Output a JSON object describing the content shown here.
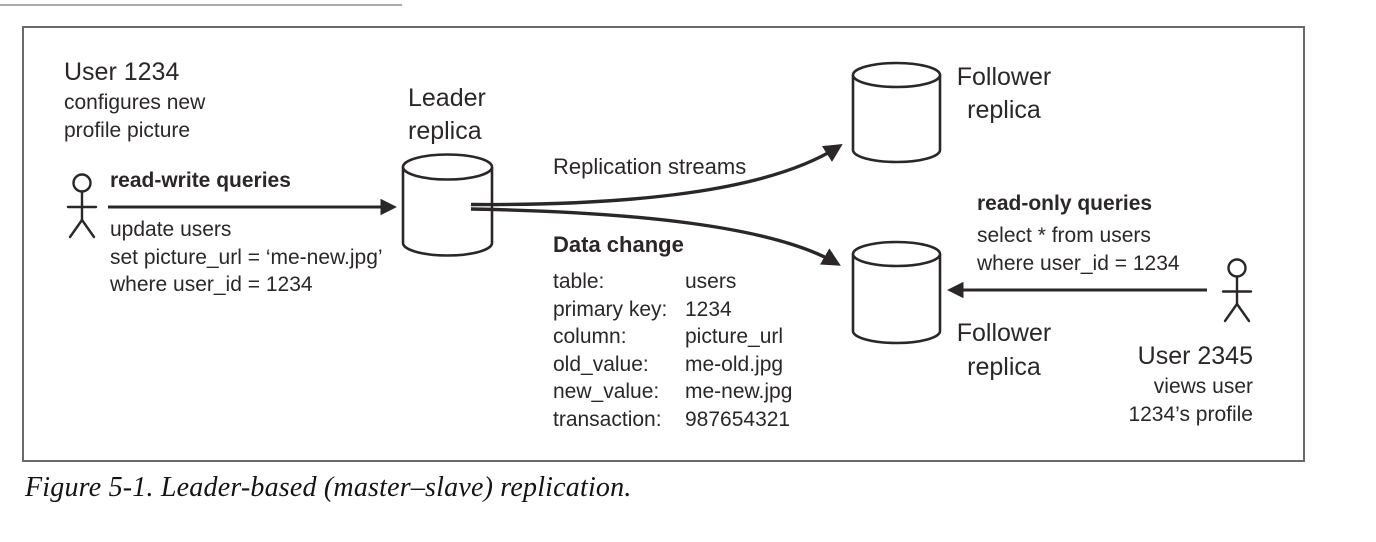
{
  "figure": {
    "caption": "Figure 5-1. Leader-based (master–slave) replication."
  },
  "diagram": {
    "user1": {
      "title": "User 1234",
      "desc1": "configures new",
      "desc2": "profile picture"
    },
    "write_query": {
      "label": "read-write queries",
      "sql1": "update users",
      "sql2": "set picture_url = ‘me-new.jpg’",
      "sql3": "where user_id = 1234"
    },
    "leader": {
      "line1": "Leader",
      "line2": "replica"
    },
    "replication_label": "Replication streams",
    "data_change": {
      "title": "Data change",
      "rows": [
        {
          "key": "table:",
          "value": "users"
        },
        {
          "key": "primary key:",
          "value": "1234"
        },
        {
          "key": "column:",
          "value": "picture_url"
        },
        {
          "key": "old_value:",
          "value": "me-old.jpg"
        },
        {
          "key": "new_value:",
          "value": "me-new.jpg"
        },
        {
          "key": "transaction:",
          "value": "987654321"
        }
      ]
    },
    "follower_top": {
      "line1": "Follower",
      "line2": "replica"
    },
    "follower_bottom": {
      "line1": "Follower",
      "line2": "replica"
    },
    "read_query": {
      "label": "read-only queries",
      "sql1": "select * from users",
      "sql2": "where user_id = 1234"
    },
    "user2": {
      "title": "User 2345",
      "desc1": "views user",
      "desc2": "1234’s profile"
    }
  },
  "colors": {
    "ink": "#2b2728",
    "border": "#6a6a6a",
    "background": "#ffffff"
  }
}
